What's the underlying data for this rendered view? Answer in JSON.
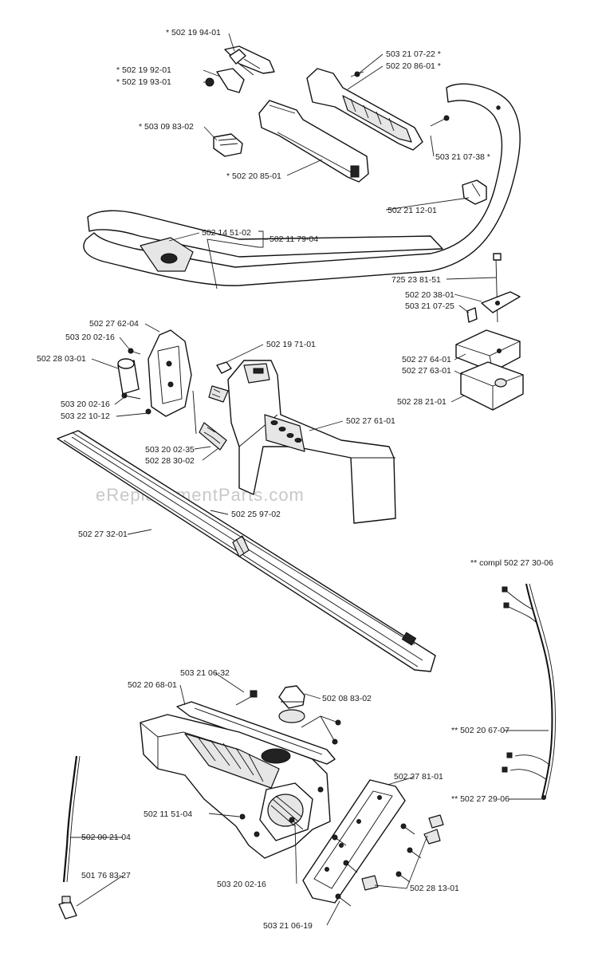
{
  "watermark": "eReplacementParts.com",
  "labels": {
    "p1": "* 502 19 94-01",
    "p2": "* 502 19 92-01",
    "p3": "* 502 19 93-01",
    "p4": "503 21 07-22 *",
    "p5": "502 20 86-01 *",
    "p6": "* 503 09 83-02",
    "p7": "503 21 07-38 *",
    "p8": "* 502 20 85-01",
    "p9": "502 21 12-01",
    "p10": "502 14 51-02",
    "p11": "502 11 79-04",
    "p12": "725 23 81-51",
    "p13": "502 20 38-01",
    "p14": "503 21 07-25",
    "p15": "502 27 62-04",
    "p16": "503 20 02-16",
    "p17": "502 28 03-01",
    "p18": "502 19 71-01",
    "p19": "502 27 64-01",
    "p20": "502 27 63-01",
    "p21": "502 28 21-01",
    "p22": "503 20 02-16",
    "p23": "503 22 10-12",
    "p24": "502 27 61-01",
    "p25": "503 20 02-35",
    "p26": "502 28 30-02",
    "p27": "502 25 97-02",
    "p28": "502 27 32-01",
    "p29": "** compl 502 27 30-06",
    "p30": "503 21 06-32",
    "p31": "502 20 68-01",
    "p32": "502 08 83-02",
    "p33": "** 502 20 67-07",
    "p34": "502 27 81-01",
    "p35": "502 11 51-04",
    "p36": "** 502 27 29-06",
    "p37": "502 00 21-04",
    "p38": "501 76 83-27",
    "p39": "503 20 02-16",
    "p40": "502 28 13-01",
    "p41": "503 21 06-19"
  }
}
